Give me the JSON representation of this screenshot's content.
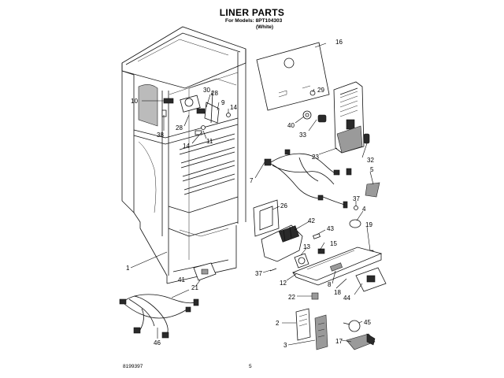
{
  "header": {
    "title": "LINER PARTS",
    "models_line": "For Models: 8PT104303",
    "color_line": "(White)"
  },
  "footer": {
    "doc_number": "8199397",
    "page_number": "5"
  },
  "callouts": [
    {
      "id": "c1",
      "label": "1"
    },
    {
      "id": "c2",
      "label": "2"
    },
    {
      "id": "c3",
      "label": "3"
    },
    {
      "id": "c4",
      "label": "4"
    },
    {
      "id": "c5",
      "label": "5"
    },
    {
      "id": "c7",
      "label": "7"
    },
    {
      "id": "c8",
      "label": "8"
    },
    {
      "id": "c9",
      "label": "9"
    },
    {
      "id": "c10",
      "label": "10"
    },
    {
      "id": "c11",
      "label": "11"
    },
    {
      "id": "c12",
      "label": "12"
    },
    {
      "id": "c13",
      "label": "13"
    },
    {
      "id": "c14a",
      "label": "14"
    },
    {
      "id": "c14b",
      "label": "14"
    },
    {
      "id": "c15",
      "label": "15"
    },
    {
      "id": "c16",
      "label": "16"
    },
    {
      "id": "c17",
      "label": "17"
    },
    {
      "id": "c18",
      "label": "18"
    },
    {
      "id": "c19",
      "label": "19"
    },
    {
      "id": "c21",
      "label": "21"
    },
    {
      "id": "c22",
      "label": "22"
    },
    {
      "id": "c23",
      "label": "23"
    },
    {
      "id": "c26",
      "label": "26"
    },
    {
      "id": "c28a",
      "label": "28"
    },
    {
      "id": "c28b",
      "label": "28"
    },
    {
      "id": "c29",
      "label": "29"
    },
    {
      "id": "c30",
      "label": "30"
    },
    {
      "id": "c32",
      "label": "32"
    },
    {
      "id": "c33",
      "label": "33"
    },
    {
      "id": "c37a",
      "label": "37"
    },
    {
      "id": "c37b",
      "label": "37"
    },
    {
      "id": "c38",
      "label": "38"
    },
    {
      "id": "c40",
      "label": "40"
    },
    {
      "id": "c41",
      "label": "41"
    },
    {
      "id": "c42",
      "label": "42"
    },
    {
      "id": "c43",
      "label": "43"
    },
    {
      "id": "c44",
      "label": "44"
    },
    {
      "id": "c45",
      "label": "45"
    },
    {
      "id": "c46",
      "label": "46"
    }
  ]
}
